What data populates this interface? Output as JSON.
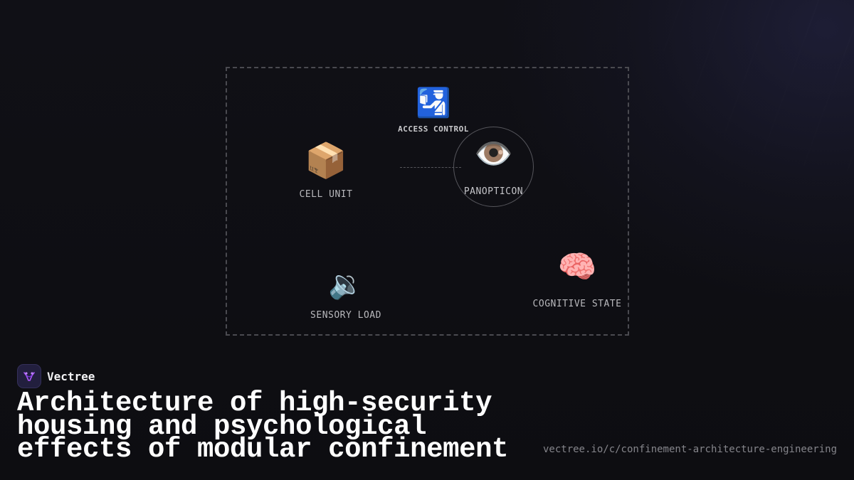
{
  "diagram": {
    "nodes": {
      "cell_unit": {
        "icon": "package-icon",
        "glyph": "📦",
        "label": "CELL UNIT"
      },
      "access_control": {
        "icon": "police-officer-icon",
        "glyph": "🛂",
        "label": "ACCESS CONTROL"
      },
      "panopticon": {
        "icon": "eye-icon",
        "glyph": "👁️",
        "label": "PANOPTICON"
      },
      "sensory_load": {
        "icon": "speaker-icon",
        "glyph": "🔉",
        "label": "SENSORY LOAD"
      },
      "cognitive_state": {
        "icon": "brain-icon",
        "glyph": "🧠",
        "label": "COGNITIVE STATE"
      }
    },
    "connections": [
      {
        "from": "cell_unit",
        "to": "panopticon",
        "style": "dashed"
      }
    ]
  },
  "brand": {
    "name": "Vectree",
    "logo_icon": "vectree-logo-icon",
    "logo_color": "#a855f7"
  },
  "headline": "Architecture of high-security housing and psychological effects of modular confinement",
  "url": "vectree.io/c/confinement-architecture-engineering",
  "colors": {
    "background": "#0e0e12",
    "frame": "#4a4a50",
    "label": "#b8b8bc",
    "headline": "#ffffff",
    "url": "#85858b"
  }
}
